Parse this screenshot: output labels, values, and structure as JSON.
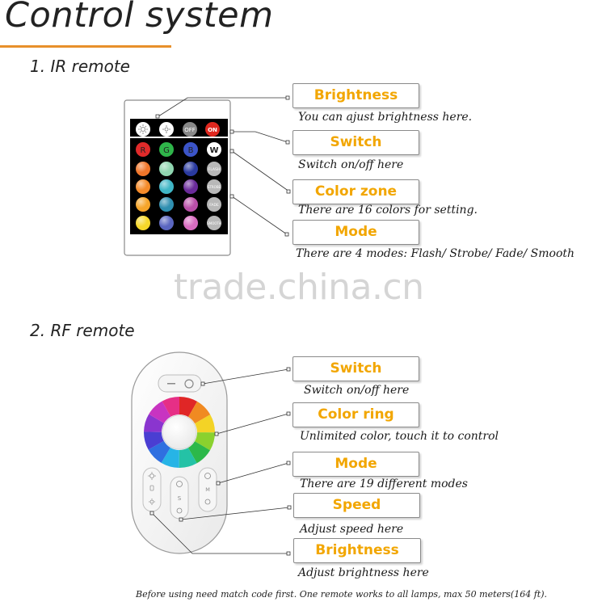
{
  "header": {
    "title": "Control system"
  },
  "ir_section": {
    "heading": "1. IR remote",
    "callouts": [
      {
        "label": "Brightness",
        "description": "You can ajust brightness here."
      },
      {
        "label": "Switch",
        "description": "Switch on/off here"
      },
      {
        "label": "Color zone",
        "description": "There are 16 colors for setting."
      },
      {
        "label": "Mode",
        "description": "There are 4 modes: Flash/ Strobe/ Fade/ Smooth"
      }
    ],
    "remote": {
      "off_label": "OFF",
      "on_label": "ON",
      "rgb_labels": [
        "R",
        "G",
        "B",
        "W"
      ],
      "side_buttons": [
        "FLASH",
        "STROBE",
        "FADE",
        "SMOOTH"
      ],
      "colors": {
        "body": "#000000",
        "row1": [
          "#e02a2a",
          "#2fb54a",
          "#3b54c8"
        ],
        "row2": [
          "#f1762a",
          "#8fd6b0",
          "#2a3aa0"
        ],
        "row3": [
          "#f58b2a",
          "#3fb6c6",
          "#6a2a9a"
        ],
        "row4": [
          "#f6a52a",
          "#2f8fb0",
          "#b94fa8"
        ],
        "row5": [
          "#f6d82a",
          "#5a66c0",
          "#d86bc0"
        ]
      }
    }
  },
  "watermark": "trade.china.cn",
  "rf_section": {
    "heading": "2. RF remote",
    "callouts": [
      {
        "label": "Switch",
        "description": "Switch on/off here"
      },
      {
        "label": "Color ring",
        "description": "Unlimited color, touch it to control"
      },
      {
        "label": "Mode",
        "description": "There are 19 different modes"
      },
      {
        "label": "Speed",
        "description": "Adjust speed here"
      },
      {
        "label": "Brightness",
        "description": "Adjust brightness here"
      }
    ],
    "remote": {
      "speed_letter": "S",
      "mode_letter": "M"
    }
  },
  "footer": {
    "note": "Before using need match code first. One remote works to all lamps, max 50 meters(164 ft)."
  },
  "accent_colors": {
    "title_rule": "#e8902b",
    "label_text": "#f2a600"
  }
}
